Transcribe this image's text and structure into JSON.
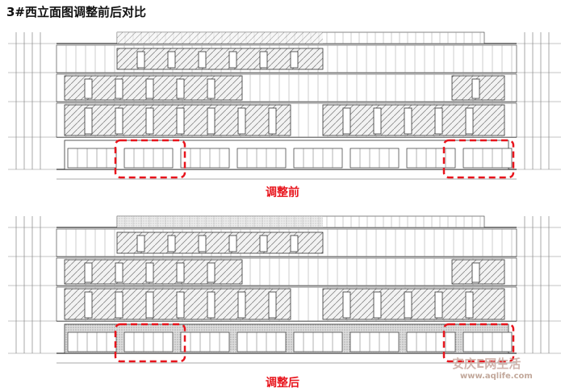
{
  "title": "3#西立面图调整前后对比",
  "before_label": "调整前",
  "after_label": "调整后",
  "watermark": {
    "name": "安庆E网生活",
    "url": "www.aqlife.com"
  },
  "colors": {
    "highlight": "#e8141c",
    "line": "#333333"
  }
}
